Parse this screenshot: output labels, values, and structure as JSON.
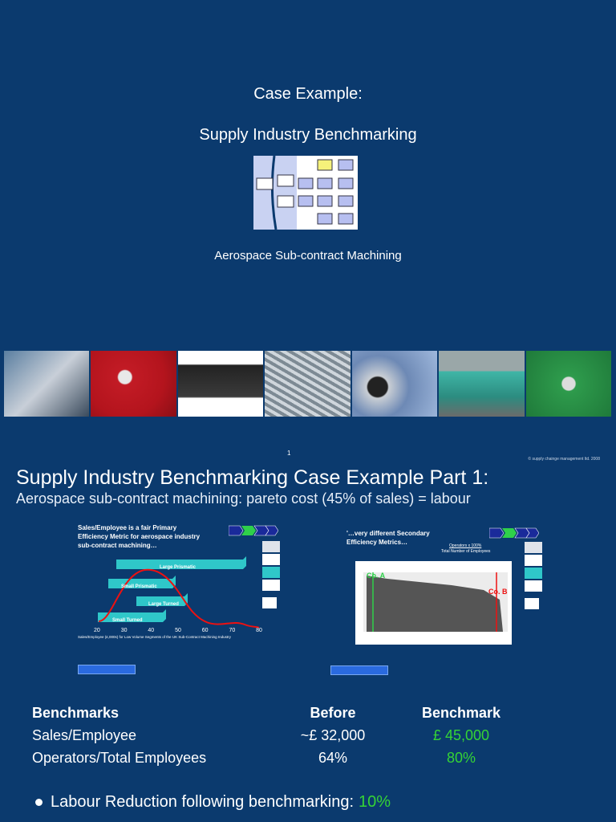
{
  "slide1": {
    "title": "Case Example:",
    "subtitle": "Supply Industry Benchmarking",
    "caption": "Aerospace Sub-contract Machining",
    "page_number": "1",
    "copyright": "© supply chainge management ltd. 2008"
  },
  "photos": [
    "machining-center-photo",
    "machined-parts-photo",
    "cnc-machine-photo",
    "turbine-engineer-photo",
    "jet-engine-photo",
    "lathe-workshop-photo",
    "aluminium-parts-photo"
  ],
  "slide2": {
    "title": "Supply Industry Benchmarking Case Example Part 1:",
    "subtitle": "Aerospace sub-contract machining: pareto cost (45% of sales) = labour",
    "left_panel": {
      "note": "Sales/Employee is a fair Primary Efficiency Metric for aerospace industry sub-contract machining…",
      "bars": [
        "Large Prismatic",
        "Small Prismatic",
        "Large Turned",
        "Small Turned"
      ],
      "x_ticks": [
        "20",
        "30",
        "40",
        "50",
        "60",
        "70",
        "80"
      ],
      "xlabel": "Sales/Employee (£,000s) for Low Volume Segments of the UK Sub-Contract Machining Industry"
    },
    "right_panel": {
      "note": "'…very different Secondary Efficiency Metrics…",
      "formula_top": "Operators x 100%",
      "formula_bottom": "Total Number of Employees",
      "label_a": "Co. A",
      "label_b": "Co. B"
    },
    "benchmarks": {
      "headers": [
        "Benchmarks",
        "Before",
        "Benchmark"
      ],
      "rows": [
        {
          "label": "Sales/Employee",
          "before": "~£ 32,000",
          "benchmark": "£ 45,000"
        },
        {
          "label": "Operators/Total Employees",
          "before": "64%",
          "benchmark": "80%"
        }
      ]
    },
    "bullet": {
      "text": "Labour Reduction following benchmarking: ",
      "value": "10%"
    }
  },
  "colors": {
    "background": "#0b3a6e",
    "accent_green": "#35d435",
    "teal": "#2fc7c9"
  }
}
